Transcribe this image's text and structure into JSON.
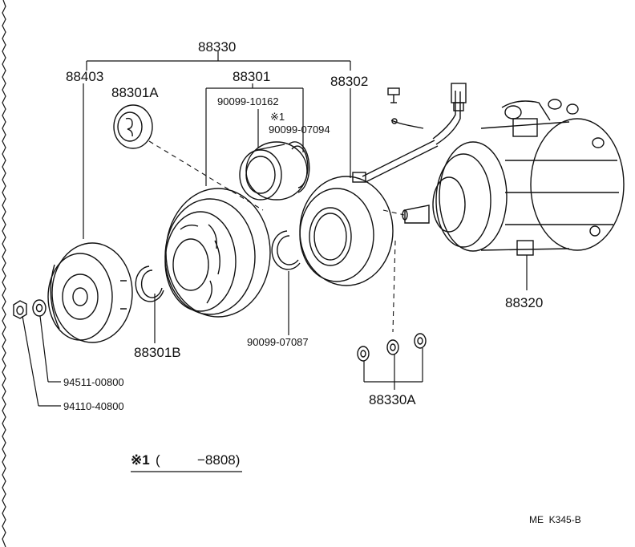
{
  "labels": {
    "assembly": "88330",
    "pulley_hub": "88403",
    "cover": "88301A",
    "pulley_assy": "88301",
    "stator_coil": "88302",
    "bearing_part": "90099-10162",
    "footnote_marker": "※1",
    "snap_ring_upper": "90099-07094",
    "compressor": "88320",
    "snap_ring_left": "88301B",
    "snap_ring_lower": "90099-07087",
    "shims": "88330A",
    "washer": "94511-00800",
    "nut": "94110-40800"
  },
  "footnote": {
    "marker": "※1",
    "paren": "(",
    "range": "−8808)"
  },
  "catalog_ref": "ME  K345-B",
  "colors": {
    "ink": "#111111",
    "paper": "#ffffff"
  }
}
